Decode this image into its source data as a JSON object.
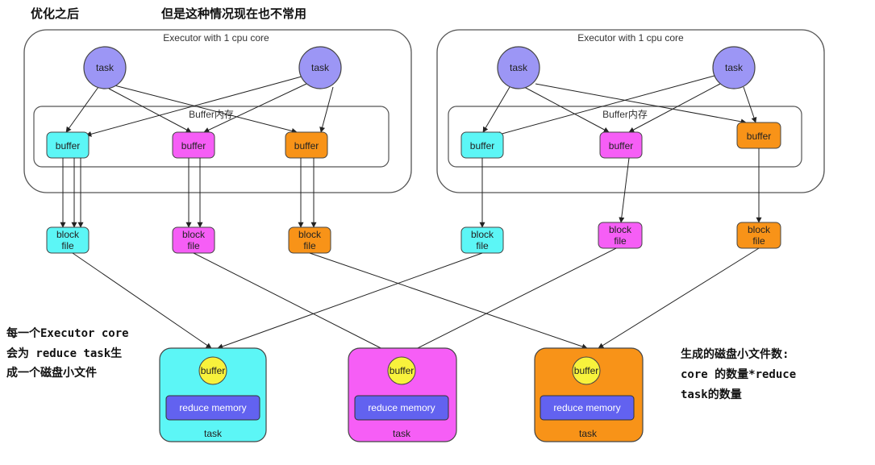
{
  "titles": {
    "left": "优化之后",
    "center": "但是这种情况现在也不常用"
  },
  "executors": [
    {
      "label": "Executor with 1 cpu core",
      "tasks": [
        "task",
        "task"
      ],
      "buffer_region_label": "Buffer内存",
      "buffers": [
        "buffer",
        "buffer",
        "buffer"
      ]
    },
    {
      "label": "Executor with 1 cpu core",
      "tasks": [
        "task",
        "task"
      ],
      "buffer_region_label": "Buffer内存",
      "buffers": [
        "buffer",
        "buffer",
        "buffer"
      ]
    }
  ],
  "block_file": {
    "line1": "block",
    "line2": "file"
  },
  "reduce_tasks": [
    {
      "buffer": "buffer",
      "memory": "reduce memory",
      "task": "task"
    },
    {
      "buffer": "buffer",
      "memory": "reduce memory",
      "task": "task"
    },
    {
      "buffer": "buffer",
      "memory": "reduce memory",
      "task": "task"
    }
  ],
  "notes": {
    "left": [
      "每一个Executor core",
      "会为 reduce task生",
      "成一个磁盘小文件"
    ],
    "right": [
      "生成的磁盘小文件数:",
      "core 的数量*reduce",
      "task的数量"
    ]
  },
  "colors": {
    "task": "#9c96f5",
    "cyan": "#5cf6f6",
    "magenta": "#f65ef6",
    "orange": "#f89318",
    "reduce_memory": "#6262f0",
    "reduce_buffer": "#f8f23c"
  }
}
